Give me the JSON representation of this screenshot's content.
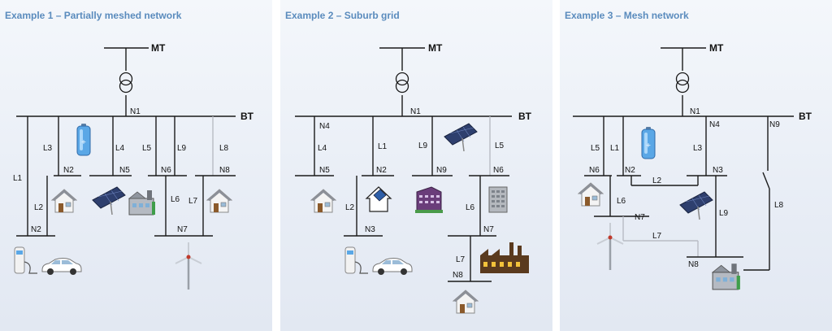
{
  "panels": [
    {
      "title": "Example 1 – Partially meshed network",
      "mt": "MT",
      "bt": "BT",
      "labels": {
        "n1": "N1",
        "l1": "L1",
        "l3": "L3",
        "l4": "L4",
        "l5": "L5",
        "l9": "L9",
        "l8": "L8",
        "n2a": "N2",
        "n5": "N5",
        "n6": "N6",
        "n8": "N8",
        "l2": "L2",
        "l6": "L6",
        "l7": "L7",
        "n2b": "N2",
        "n7": "N7"
      },
      "icons": [
        "transformer-icon",
        "battery-icon",
        "house-icon",
        "solar-panel-icon",
        "factory-icon",
        "house-icon",
        "ev-charger-icon",
        "electric-car-icon",
        "wind-turbine-icon"
      ]
    },
    {
      "title": "Example 2 – Suburb grid",
      "mt": "MT",
      "bt": "BT",
      "labels": {
        "n1": "N1",
        "n4": "N4",
        "l4": "L4",
        "n5": "N5",
        "l1": "L1",
        "n2": "N2",
        "l9": "L9",
        "n9": "N9",
        "l5": "L5",
        "n6": "N6",
        "l2": "L2",
        "n3": "N3",
        "l6": "L6",
        "n7": "N7",
        "l7": "L7",
        "n8": "N8"
      },
      "icons": [
        "transformer-icon",
        "house-icon",
        "solar-house-icon",
        "solar-panel-icon",
        "apartment-building-icon",
        "office-building-icon",
        "ev-charger-icon",
        "electric-car-icon",
        "factory-icon",
        "house-icon"
      ]
    },
    {
      "title": "Example 3 – Mesh network",
      "mt": "MT",
      "bt": "BT",
      "labels": {
        "n1": "N1",
        "l5": "L5",
        "l1": "L1",
        "n6": "N6",
        "n2": "N2",
        "n4": "N4",
        "l3": "L3",
        "n3": "N3",
        "n9": "N9",
        "l2": "L2",
        "l6": "L6",
        "n7": "N7",
        "l9": "L9",
        "l8": "L8",
        "l7": "L7",
        "n8": "N8"
      },
      "icons": [
        "transformer-icon",
        "battery-icon",
        "house-icon",
        "solar-panel-icon",
        "wind-turbine-icon",
        "factory-icon"
      ]
    }
  ]
}
